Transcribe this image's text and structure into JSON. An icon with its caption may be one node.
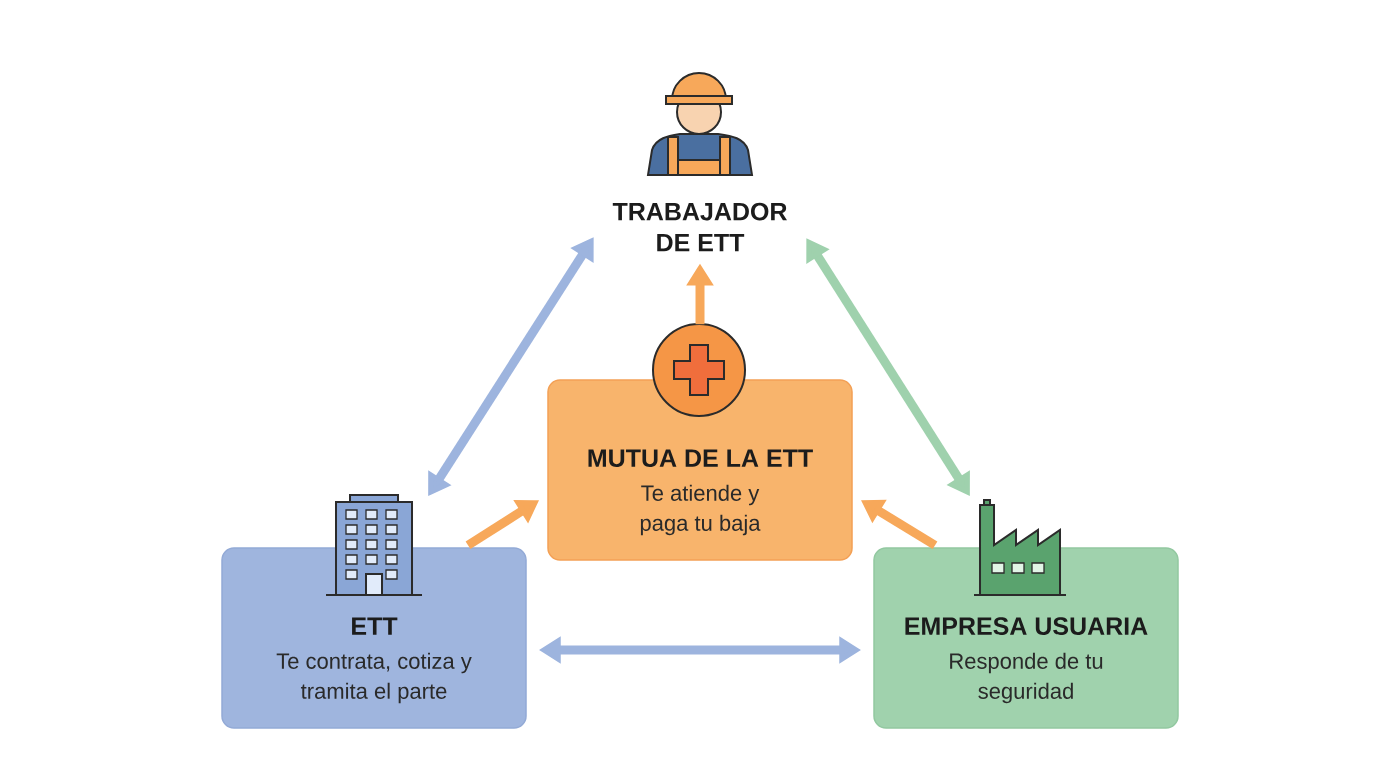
{
  "diagram": {
    "nodes": [
      {
        "text": [
          "TRABAJADOR DE ETT"
        ]
      },
      {
        "text": [
          "MUTUA DE LA ETT",
          "Te atiende y paga tu baja"
        ]
      },
      {
        "text": [
          "ETT",
          "Te contrata, cotiza y tramita el parte"
        ]
      },
      {
        "text": [
          "EMPRESA USUARIA",
          "Responde de tu seguridad"
        ]
      }
    ],
    "edges": [
      {
        "from": 0,
        "to": 2,
        "arrow": "both",
        "color": "#9db4de"
      },
      {
        "from": 0,
        "to": 3,
        "arrow": "both",
        "color": "#9fd1ad"
      },
      {
        "from": 1,
        "to": 0,
        "arrow": "to",
        "color": "#f7a85a"
      },
      {
        "from": 2,
        "to": 1,
        "arrow": "to",
        "color": "#f7a85a"
      },
      {
        "from": 3,
        "to": 1,
        "arrow": "to",
        "color": "#f7a85a"
      },
      {
        "from": 2,
        "to": 3,
        "arrow": "both",
        "color": "#9db4de"
      }
    ]
  }
}
